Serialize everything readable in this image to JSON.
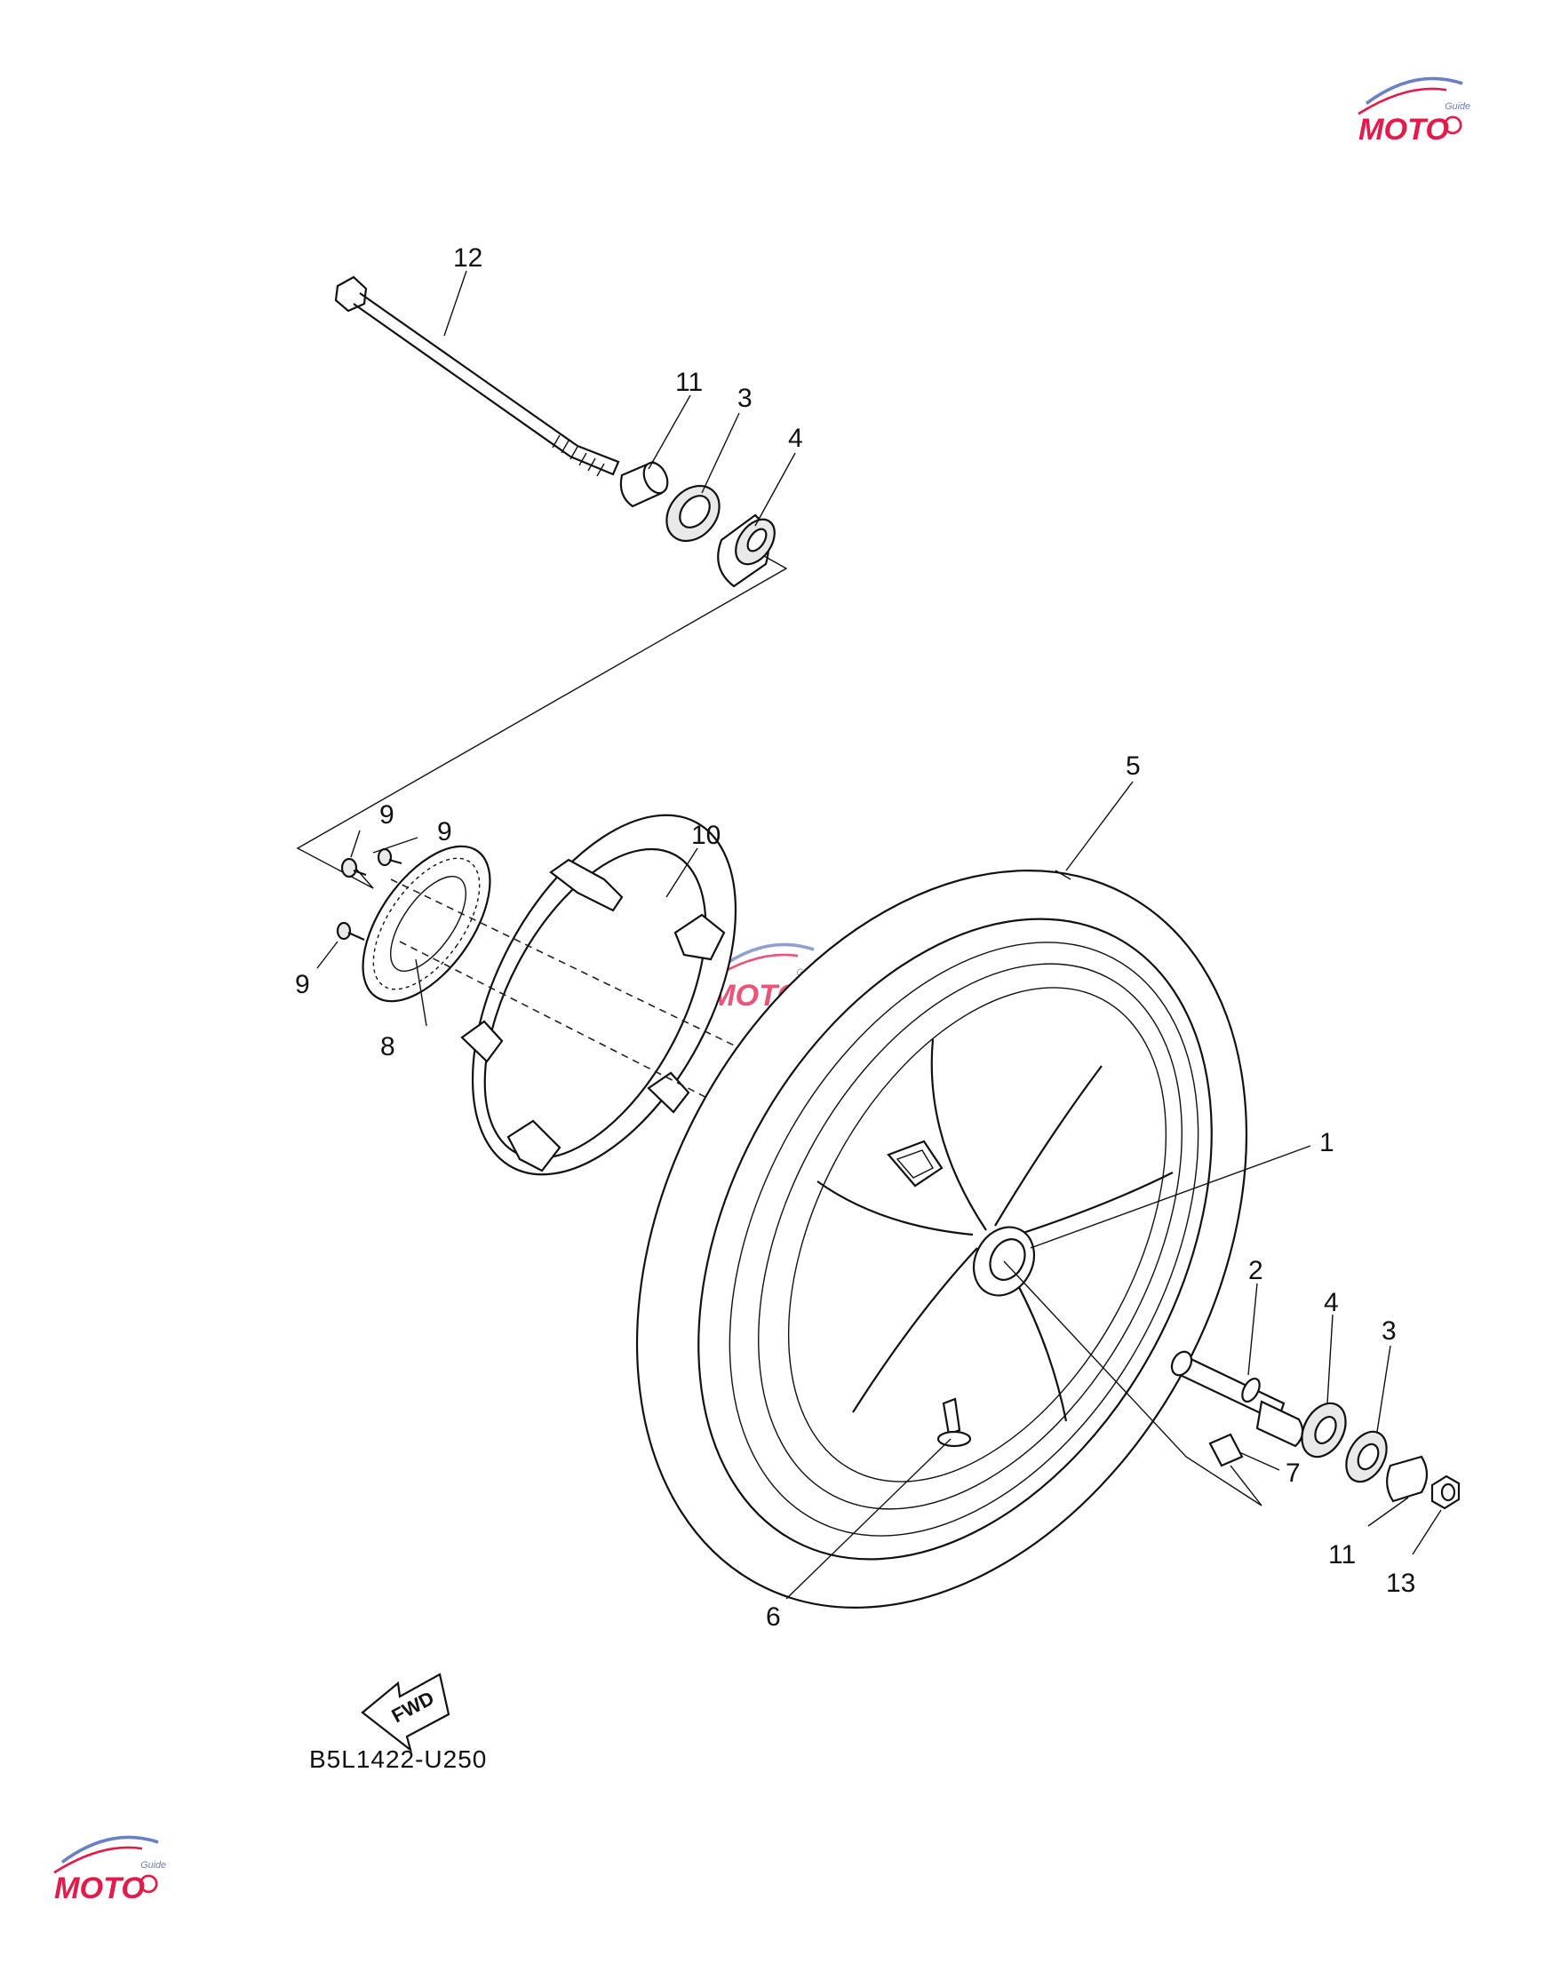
{
  "callouts": [
    "1",
    "2",
    "3",
    "4",
    "5",
    "6",
    "7",
    "8",
    "9",
    "10",
    "11",
    "12",
    "13"
  ],
  "diagram_code": "B5L1422-U250",
  "fwd_label": "FWD",
  "watermark": {
    "brand": "MOTO",
    "sub": "Guide",
    "color_primary": "#e31b4b",
    "color_secondary": "#6a7fc4"
  }
}
